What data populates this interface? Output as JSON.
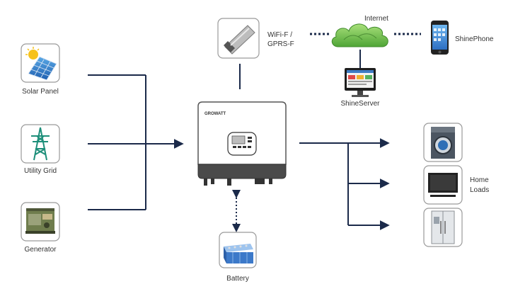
{
  "inputs": {
    "solar_panel": "Solar Panel",
    "utility_grid": "Utility Grid",
    "generator": "Generator"
  },
  "communication": {
    "wifi_line1": "WiFi-F /",
    "wifi_line2": "GPRS-F",
    "internet": "Internet",
    "shine_phone": "ShinePhone",
    "shine_server": "ShineServer"
  },
  "inverter": {
    "brand": "GROWATT"
  },
  "storage": {
    "battery": "Battery"
  },
  "outputs": {
    "home_loads_line1": "Home",
    "home_loads_line2": "Loads"
  },
  "colors": {
    "line": "#1b2a4a",
    "icon_border": "#9a9a9a",
    "cloud": "#6cc24a",
    "inverter_dark": "#4a4a4a",
    "battery_blue": "#3c79c9"
  }
}
